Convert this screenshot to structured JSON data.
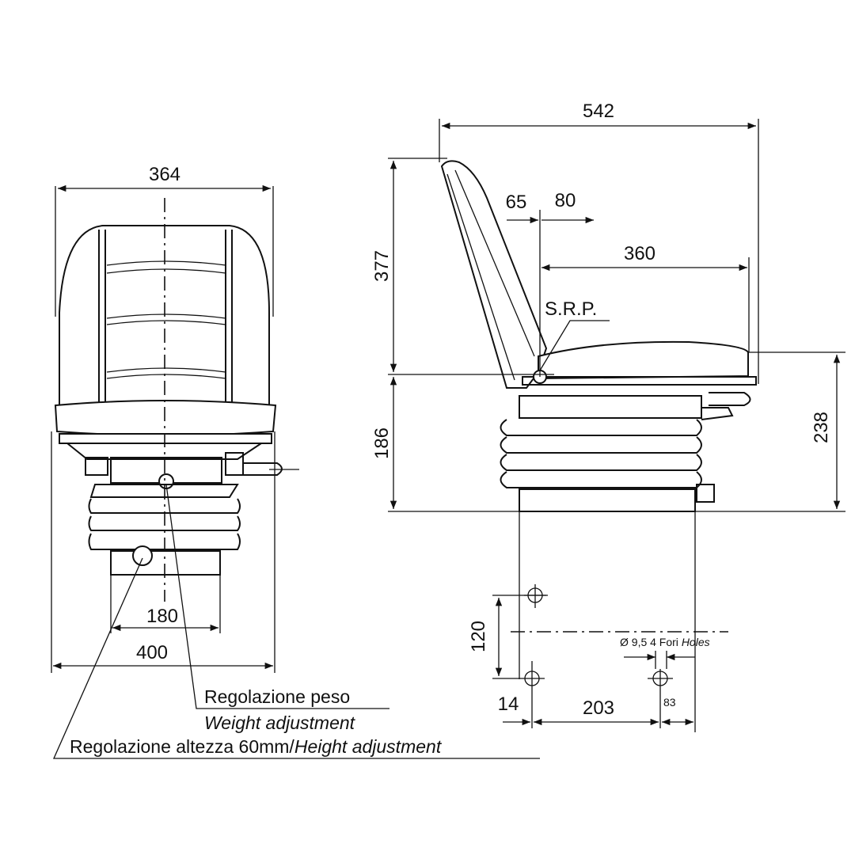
{
  "front_view": {
    "width_top": "364",
    "base_inner": "180",
    "base_outer": "400"
  },
  "side_view": {
    "depth_total": "542",
    "offset_back": "65",
    "offset_front": "80",
    "backrest_height": "377",
    "seat_depth": "360",
    "srp": "S.R.P.",
    "suspension_height": "186",
    "seat_height": "238"
  },
  "mounting": {
    "hole_spacing_y": "120",
    "edge_offset": "14",
    "hole_spacing_x": "203",
    "right_offset": "83",
    "hole_spec": "Ø 9,5 4 Fori",
    "hole_spec_en": "Holes"
  },
  "labels": {
    "weight_it": "Regolazione peso",
    "weight_en": "Weight adjustment",
    "height_it": "Regolazione altezza 60mm/",
    "height_en": "Height adjustment"
  },
  "colors": {
    "line": "#111111",
    "background": "#ffffff"
  }
}
